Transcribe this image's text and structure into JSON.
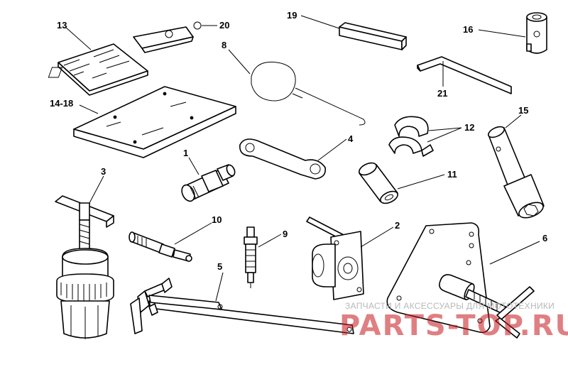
{
  "labels": {
    "p1": "1",
    "p2": "2",
    "p3": "3",
    "p4": "4",
    "p5": "5",
    "p6": "6",
    "p8": "8",
    "p9": "9",
    "p10": "10",
    "p11": "11",
    "p12": "12",
    "p13": "13",
    "p14_18": "14-18",
    "p15": "15",
    "p16": "16",
    "p19": "19",
    "p20": "20",
    "p21": "21"
  },
  "watermark": {
    "top_text": "ЗАПЧАСТИ И АКСЕССУАРЫ ДЛЯ МОТОТЕХНИКИ",
    "main_text": "PARTS-TOP.RU",
    "color": "#c4151c"
  }
}
